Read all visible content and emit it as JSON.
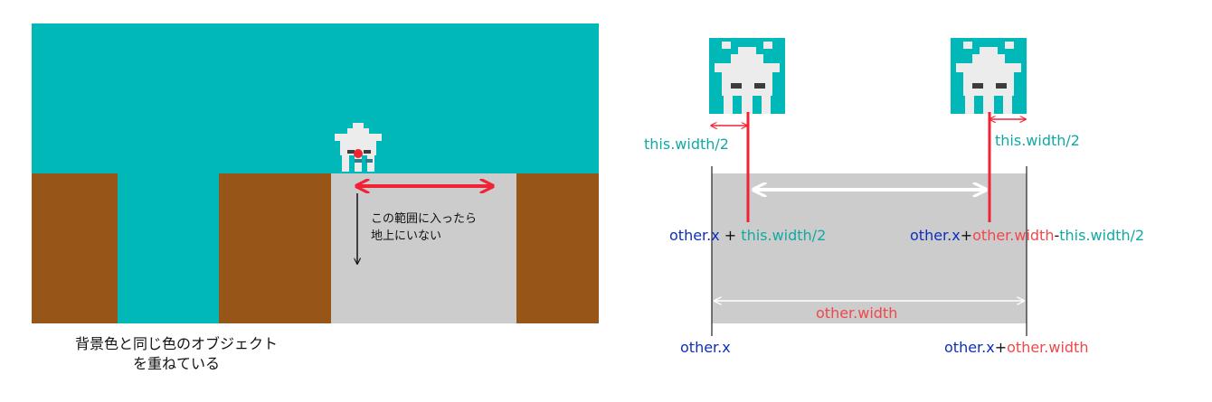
{
  "left_panel": {
    "annotation": {
      "line1": "この範囲に入ったら",
      "line2": "地上にいない"
    },
    "caption": {
      "line1": "背景色と同じ色のオブジェクト",
      "line2": "を重ねている"
    }
  },
  "right_panel": {
    "label_half_width_left": "this.width/2",
    "label_half_width_right": "this.width/2",
    "left_bound": {
      "x": "other.x",
      "plus": " + ",
      "half": "this.width/2"
    },
    "right_bound": {
      "x": "other.x",
      "plus": "+",
      "width": "other.width",
      "minus": "-",
      "half": "this.width/2"
    },
    "width_label": "other.width",
    "origin_label": "other.x",
    "end_label": {
      "x": "other.x",
      "plus": "+",
      "width": "other.width"
    }
  },
  "colors": {
    "sky": "#00b8b8",
    "ground": "#985518",
    "object": "#cccccc",
    "arrow_red": "#f02233",
    "label_blue": "#0b2fbf",
    "label_teal": "#11a9a4",
    "label_red": "#f0474b"
  }
}
